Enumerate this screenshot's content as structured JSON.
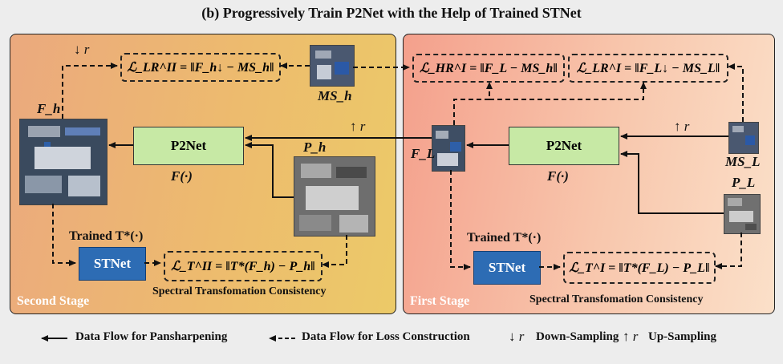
{
  "title": "(b) Progressively Train P2Net with the Help of Trained STNet",
  "left_stage": {
    "label": "Second Stage",
    "fh_label": "F_h",
    "msh_label": "MS_h",
    "ph_label": "P_h",
    "down_r": "↓ r",
    "p2net": "P2Net",
    "f_dot": "F(·)",
    "trained": "Trained T*(·)",
    "stnet": "STNet",
    "loss_lr": "ℒ_LR^II = ‖F_h↓ − MS_h‖",
    "loss_t": "ℒ_T^II = ‖T*(F_h) − P_h‖",
    "consistency": "Spectral Transfomation Consistency"
  },
  "right_stage": {
    "label": "First Stage",
    "fl_label": "F_L",
    "msl_label": "MS_L",
    "pl_label": "P_L",
    "up_r": "↑ r",
    "p2net": "P2Net",
    "f_dot": "F(·)",
    "trained": "Trained T*(·)",
    "stnet": "STNet",
    "loss_hr": "ℒ_HR^I = ‖F_L − MS_h‖",
    "loss_lr": "ℒ_LR^I = ‖F_L↓ − MS_L‖",
    "loss_t": "ℒ_T^I = ‖T*(F_L) − P_L‖",
    "consistency": "Spectral Transfomation Consistency"
  },
  "cross_up_r": "↑ r",
  "legend": {
    "solid": "Data Flow for Pansharpening",
    "dashed": "Data Flow for Loss Construction",
    "down_symbol": "↓ r",
    "down": "Down-Sampling",
    "up_symbol": "↑ r",
    "up": "Up-Sampling"
  },
  "colors": {
    "p2net": "#c7e9a5",
    "stnet": "#2d6cb4",
    "second_stage": "#edbb6e",
    "first_stage": "#f8c7ad"
  }
}
